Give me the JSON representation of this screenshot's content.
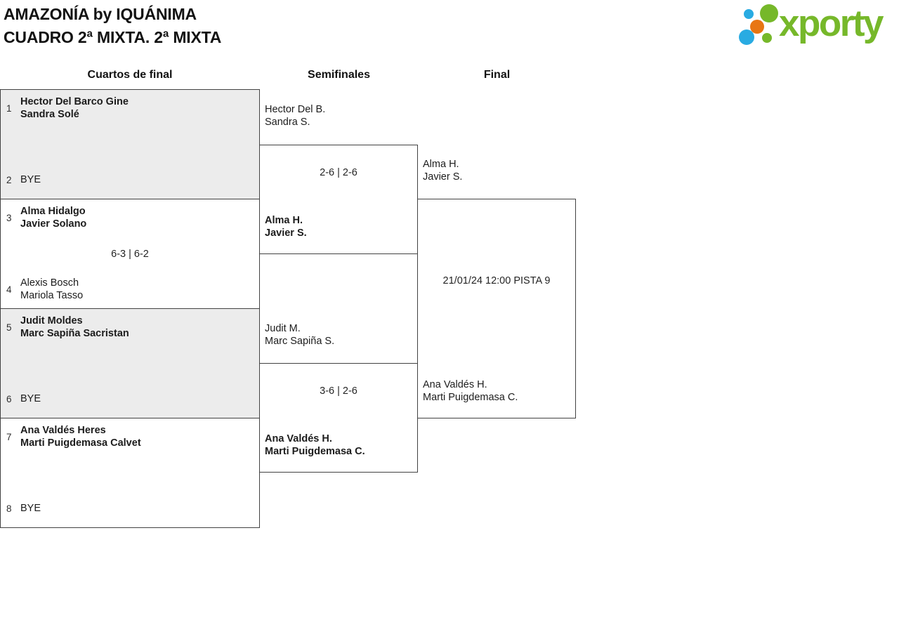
{
  "title": {
    "line1": "AMAZONÍA by IQUÁNIMA",
    "line2": "CUADRO 2ª MIXTA. 2ª MIXTA"
  },
  "logo": {
    "text": "xporty",
    "green": "#76b82a",
    "blue": "#29abe2",
    "orange": "#e87613"
  },
  "round_headers": {
    "quarterfinals": "Cuartos de final",
    "semifinals": "Semifinales",
    "final": "Final"
  },
  "quarterfinals": [
    {
      "seed_top": "1",
      "top_line1": "Hector Del Barco Gine",
      "top_line2": "Sandra Solé",
      "score": "",
      "seed_bottom": "2",
      "bottom_line1": "BYE"
    },
    {
      "seed_top": "3",
      "top_line1": "Alma Hidalgo",
      "top_line2": "Javier Solano",
      "score": "6-3 | 6-2",
      "seed_bottom": "4",
      "bottom_line1": "Alexis Bosch",
      "bottom_line2": "Mariola Tasso"
    },
    {
      "seed_top": "5",
      "top_line1": "Judit Moldes",
      "top_line2": "Marc Sapiña Sacristan",
      "score": "",
      "seed_bottom": "6",
      "bottom_line1": "BYE"
    },
    {
      "seed_top": "7",
      "top_line1": "Ana Valdés Heres",
      "top_line2": "Marti Puigdemasa Calvet",
      "score": "",
      "seed_bottom": "8",
      "bottom_line1": "BYE"
    }
  ],
  "semifinals": [
    {
      "top_line1": "Hector Del B.",
      "top_line2": "Sandra S.",
      "score": "2-6 | 2-6",
      "bottom_line1": "Alma H.",
      "bottom_line2": "Javier S."
    },
    {
      "top_line1": "Judit M.",
      "top_line2": "Marc Sapiña S.",
      "score": "3-6 | 2-6",
      "bottom_line1": "Ana Valdés H.",
      "bottom_line2": "Marti Puigdemasa C."
    }
  ],
  "final": {
    "top_line1": "Alma H.",
    "top_line2": "Javier S.",
    "schedule": "21/01/24 12:00 PISTA 9",
    "bottom_line1": "Ana Valdés H.",
    "bottom_line2": "Marti Puigdemasa C."
  }
}
